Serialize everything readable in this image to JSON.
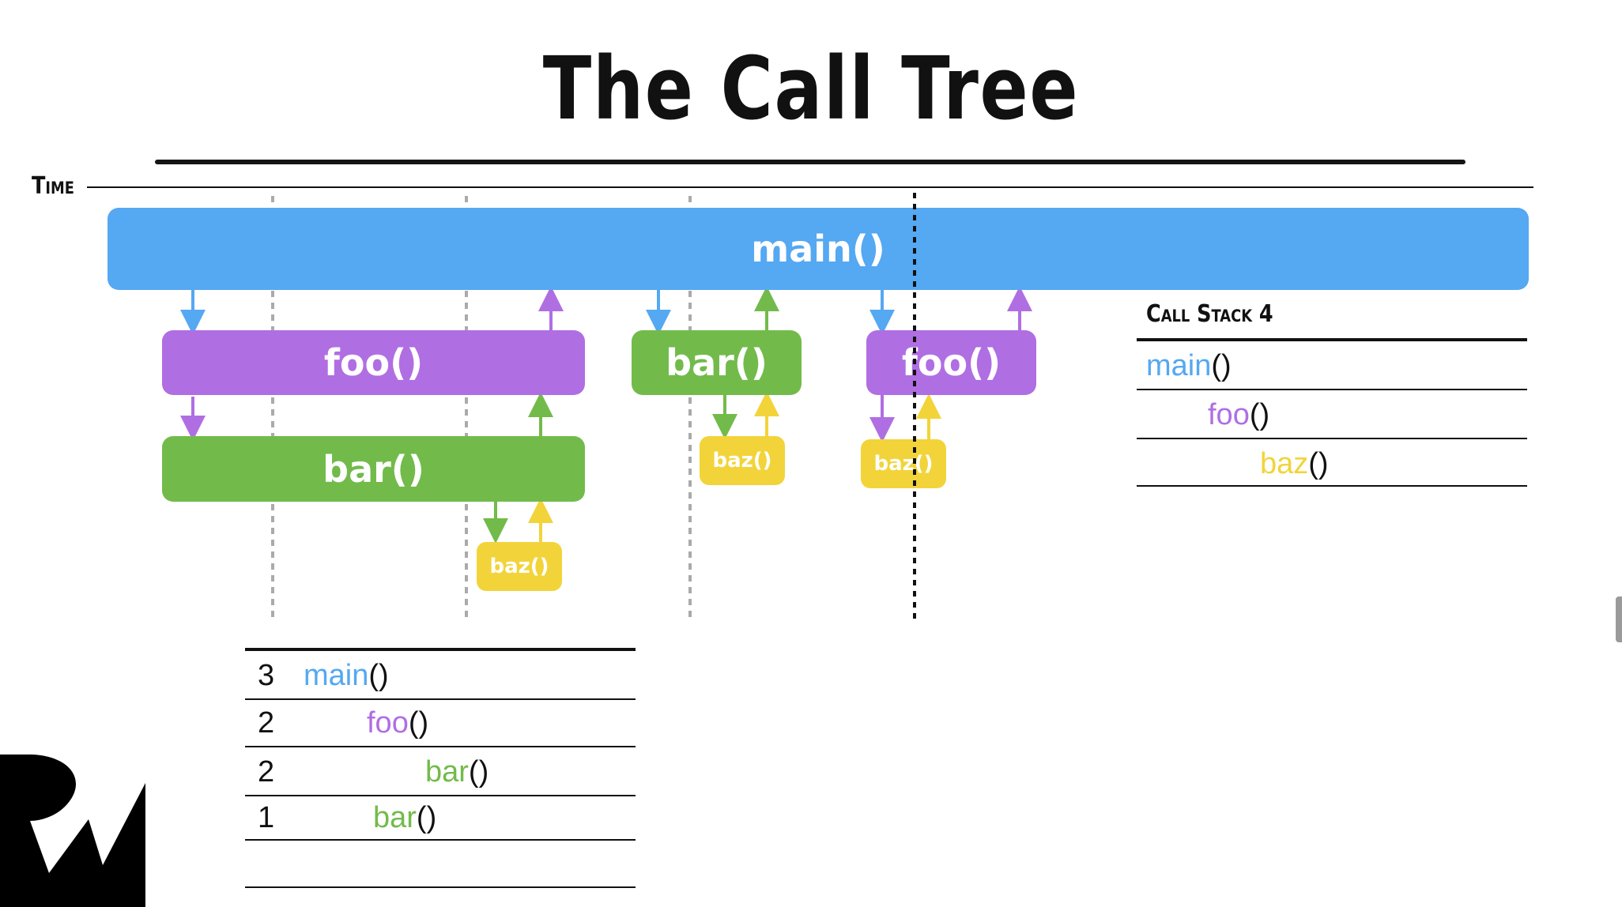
{
  "title": "The Call Tree",
  "time_label": "Time",
  "blocks": {
    "main": "main()",
    "foo1": "foo()",
    "bar1": "bar()",
    "baz1": "baz()",
    "bar2": "bar()",
    "baz2": "baz()",
    "foo2": "foo()",
    "baz3": "baz()"
  },
  "call_stack": {
    "label": "Call Stack 4",
    "rows": [
      {
        "name": "main",
        "suffix": "()"
      },
      {
        "name": "foo",
        "suffix": "()"
      },
      {
        "name": "baz",
        "suffix": "()"
      }
    ]
  },
  "counts": {
    "rows": [
      {
        "count": "3",
        "name": "main",
        "suffix": "()"
      },
      {
        "count": "2",
        "name": "foo",
        "suffix": "()"
      },
      {
        "count": "2",
        "name": "bar",
        "suffix": "()"
      },
      {
        "count": "1",
        "name": "bar",
        "suffix": "()"
      }
    ]
  },
  "colors": {
    "main": "#55a8f2",
    "foo": "#b06ee3",
    "bar": "#72bb4b",
    "baz": "#f2d43a"
  }
}
